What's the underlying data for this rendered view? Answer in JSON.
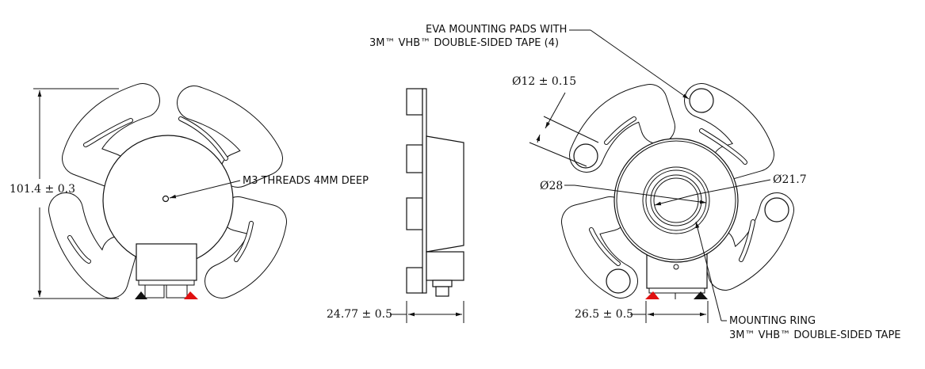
{
  "front_view": {
    "height_dim": "101.4 ± 0.3",
    "thread_note": "M3 THREADS 4MM DEEP"
  },
  "side_view": {
    "depth_dim": "24.77 ± 0.5"
  },
  "back_view": {
    "pads_note_line1": "EVA MOUNTING PADS WITH",
    "pads_note_line2": "3M™ VHB™ DOUBLE-SIDED TAPE (4)",
    "pad_dia_dim": "Ø12 ± 0.15",
    "ring_outer_dim": "Ø28",
    "ring_inner_dim": "Ø21.7",
    "width_dim": "26.5 ± 0.5",
    "ring_note_line1": "MOUNTING RING",
    "ring_note_line2": "3M™ VHB™ DOUBLE-SIDED TAPE"
  },
  "colors": {
    "line": "#111111",
    "red_terminal": "#e01010"
  }
}
